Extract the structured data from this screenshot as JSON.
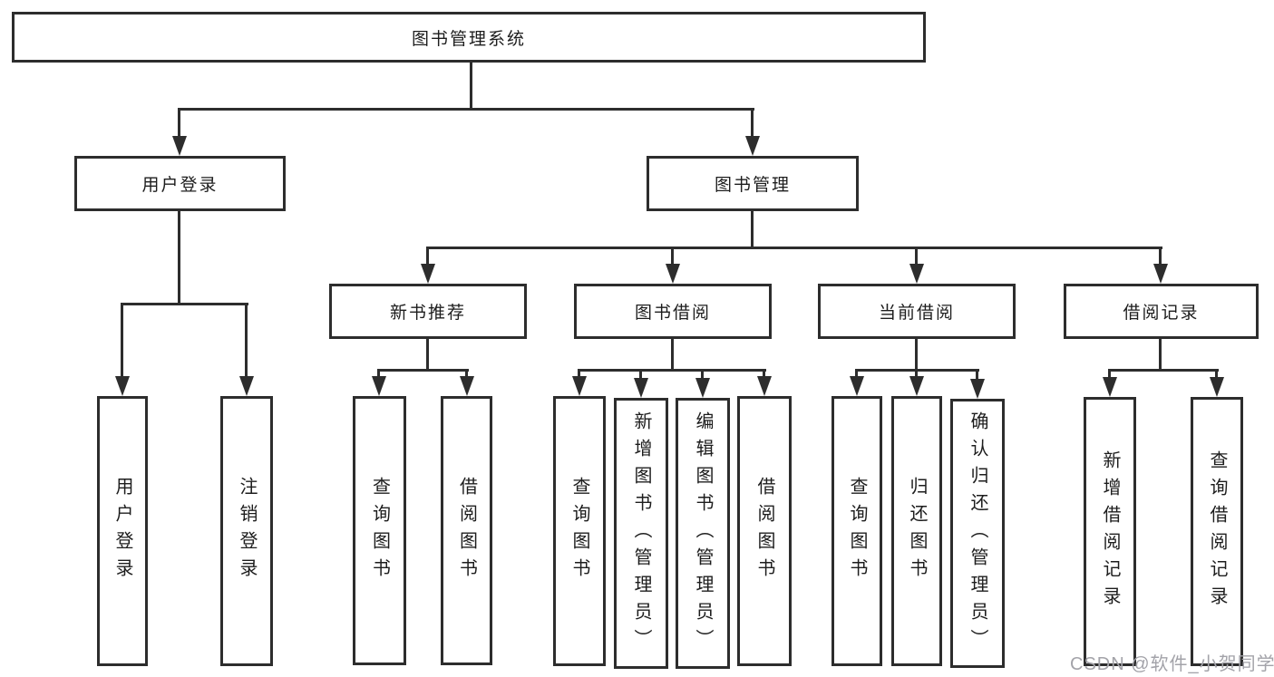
{
  "diagram_title": "图书管理系统",
  "watermark": "CSDN @软件_小贺同学",
  "colors": {
    "line": "#2d2d2d",
    "text": "#1d1d1d",
    "background": "#ffffff",
    "watermark": "#a3a3a9"
  },
  "nodes": {
    "root": "图书管理系统",
    "user_login": "用户登录",
    "book_management": "图书管理",
    "new_book_recommendation": "新书推荐",
    "book_borrowing": "图书借阅",
    "current_borrowing": "当前借阅",
    "borrowing_records": "借阅记录",
    "leaf_user_login": "用户登录",
    "leaf_logout": "注销登录",
    "nbr_query_books": "查询图书",
    "nbr_borrow_books": "借阅图书",
    "bb_query_books": "查询图书",
    "bb_add_books_admin": "新增图书（管理员）",
    "bb_edit_books_admin": "编辑图书（管理员）",
    "bb_borrow_books": "借阅图书",
    "cb_query_books": "查询图书",
    "cb_return_books": "归还图书",
    "cb_confirm_return_admin": "确认归还（管理员）",
    "br_add_record": "新增借阅记录",
    "br_query_record": "查询借阅记录"
  }
}
